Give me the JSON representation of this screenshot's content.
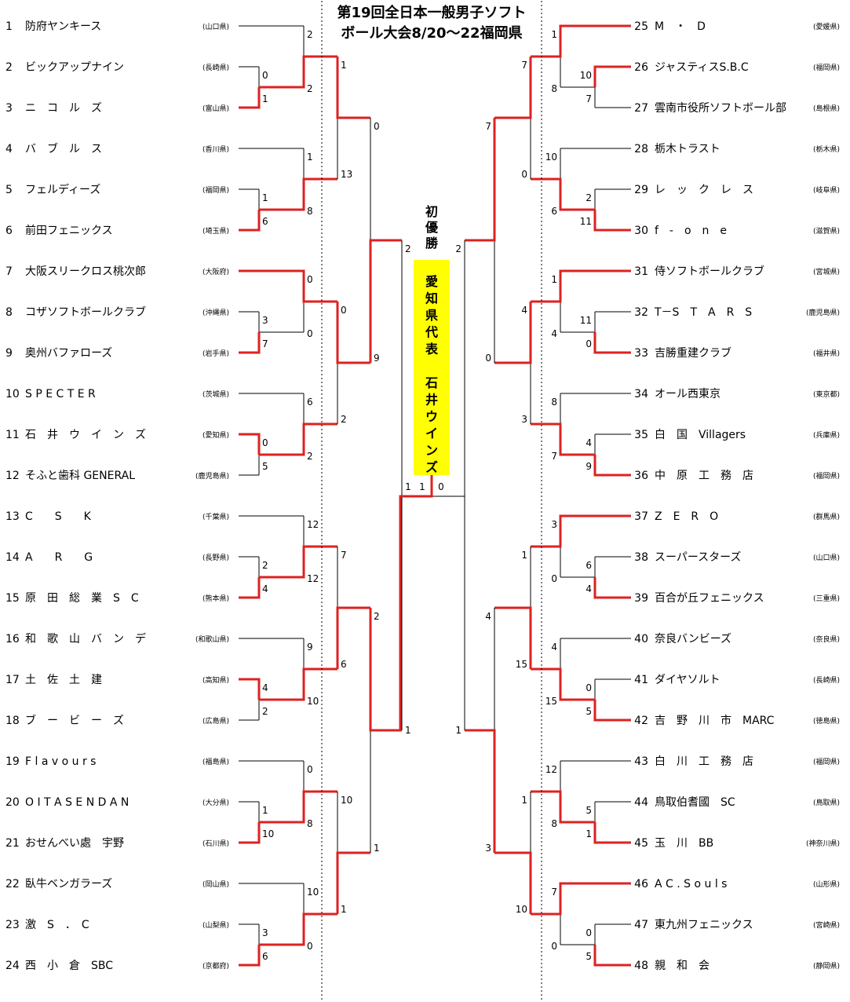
{
  "title": {
    "line1": "第19回全日本一般男子ソフト",
    "line2": "ボール大会8/20～22福岡県"
  },
  "champion": {
    "label": "初優勝",
    "text": "愛知県代表　石井ウインズ"
  },
  "teams": [
    {
      "no": "1",
      "name": "防府ヤンキース",
      "pref": "(山口県)"
    },
    {
      "no": "2",
      "name": "ビックアップナイン",
      "pref": "(長崎県)"
    },
    {
      "no": "3",
      "name": "ニ　コ　ル　ズ",
      "pref": "(富山県)"
    },
    {
      "no": "4",
      "name": "バ　ブ　ル　ス",
      "pref": "(香川県)"
    },
    {
      "no": "5",
      "name": "フェルディーズ",
      "pref": "(福岡県)"
    },
    {
      "no": "6",
      "name": "前田フェニックス",
      "pref": "(埼玉県)"
    },
    {
      "no": "7",
      "name": "大阪スリークロス桃次郎",
      "pref": "(大阪府)"
    },
    {
      "no": "8",
      "name": "コザソフトボールクラブ",
      "pref": "(沖縄県)"
    },
    {
      "no": "9",
      "name": "奥州バファローズ",
      "pref": "(岩手県)"
    },
    {
      "no": "10",
      "name": "S P E C T E R",
      "pref": "(茨城県)"
    },
    {
      "no": "11",
      "name": "石　井　ウ　イ　ン　ズ",
      "pref": "(愛知県)"
    },
    {
      "no": "12",
      "name": "そふと歯科 GENERAL",
      "pref": "(鹿児島県)"
    },
    {
      "no": "13",
      "name": "C　　S　　K",
      "pref": "(千葉県)"
    },
    {
      "no": "14",
      "name": "A　　R　　G",
      "pref": "(長野県)"
    },
    {
      "no": "15",
      "name": "原　田　総　業　S　C",
      "pref": "(熊本県)"
    },
    {
      "no": "16",
      "name": "和　歌　山　バ　ン　デ",
      "pref": "(和歌山県)"
    },
    {
      "no": "17",
      "name": "土　佐　土　建",
      "pref": "(高知県)"
    },
    {
      "no": "18",
      "name": "ブ　ー　ビ　ー　ズ",
      "pref": "(広島県)"
    },
    {
      "no": "19",
      "name": "F l a v o u r s",
      "pref": "(福島県)"
    },
    {
      "no": "20",
      "name": "O I T A S E N D A N",
      "pref": "(大分県)"
    },
    {
      "no": "21",
      "name": "おせんべい處　宇野",
      "pref": "(石川県)"
    },
    {
      "no": "22",
      "name": "臥牛ベンガラーズ",
      "pref": "(岡山県)"
    },
    {
      "no": "23",
      "name": "激　S　．　C",
      "pref": "(山梨県)"
    },
    {
      "no": "24",
      "name": "西　小　倉　SBC",
      "pref": "(京都府)"
    },
    {
      "no": "25",
      "name": "M　・　D",
      "pref": "(愛媛県)"
    },
    {
      "no": "26",
      "name": "ジャスティスS.B.C",
      "pref": "(福岡県)"
    },
    {
      "no": "27",
      "name": "雲南市役所ソフトボール部",
      "pref": "(島根県)"
    },
    {
      "no": "28",
      "name": "栃木トラスト",
      "pref": "(栃木県)"
    },
    {
      "no": "29",
      "name": "レ　ッ　ク　レ　ス",
      "pref": "(岐阜県)"
    },
    {
      "no": "30",
      "name": "f　-　o　n　e",
      "pref": "(滋賀県)"
    },
    {
      "no": "31",
      "name": "侍ソフトボールクラブ",
      "pref": "(宮城県)"
    },
    {
      "no": "32",
      "name": "T－S　T　A　R　S",
      "pref": "(鹿児島県)"
    },
    {
      "no": "33",
      "name": "吉勝重建クラブ",
      "pref": "(福井県)"
    },
    {
      "no": "34",
      "name": "オール西東京",
      "pref": "(東京都)"
    },
    {
      "no": "35",
      "name": "白　国　Villagers",
      "pref": "(兵庫県)"
    },
    {
      "no": "36",
      "name": "中　原　工　務　店",
      "pref": "(福岡県)"
    },
    {
      "no": "37",
      "name": "Z　E　R　O",
      "pref": "(群馬県)"
    },
    {
      "no": "38",
      "name": "スーパースターズ",
      "pref": "(山口県)"
    },
    {
      "no": "39",
      "name": "百合が丘フェニックス",
      "pref": "(三重県)"
    },
    {
      "no": "40",
      "name": "奈良バンビーズ",
      "pref": "(奈良県)"
    },
    {
      "no": "41",
      "name": "ダイヤソルト",
      "pref": "(長崎県)"
    },
    {
      "no": "42",
      "name": "吉　野　川　市　MARC",
      "pref": "(徳島県)"
    },
    {
      "no": "43",
      "name": "白　川　工　務　店",
      "pref": "(福岡県)"
    },
    {
      "no": "44",
      "name": "鳥取伯耆國　SC",
      "pref": "(鳥取県)"
    },
    {
      "no": "45",
      "name": "玉　川　BB",
      "pref": "(神奈川県)"
    },
    {
      "no": "46",
      "name": "A C . S o u l s",
      "pref": "(山形県)"
    },
    {
      "no": "47",
      "name": "東九州フェニックス",
      "pref": "(宮崎県)"
    },
    {
      "no": "48",
      "name": "親　和　会",
      "pref": "(静岡県)"
    }
  ],
  "left_scores": [
    [
      "0",
      "1",
      "2",
      "2"
    ],
    [
      "1",
      "6",
      "1",
      "8"
    ],
    [
      "3",
      "7",
      "0",
      "0"
    ],
    [
      "0",
      "5",
      "6",
      "2"
    ],
    [
      "2",
      "4",
      "12",
      "12"
    ],
    [
      "4",
      "2",
      "9",
      "10"
    ],
    [
      "1",
      "10",
      "0",
      "8"
    ],
    [
      "3",
      "6",
      "10",
      "0"
    ]
  ],
  "left_r3": [
    [
      "1",
      "13"
    ],
    [
      "0",
      "2"
    ],
    [
      "7",
      "6"
    ],
    [
      "10",
      "1"
    ]
  ],
  "left_r4": [
    [
      "0",
      "9"
    ],
    [
      "2",
      "1"
    ]
  ],
  "left_semi": [
    "2",
    "1"
  ],
  "right_scores": [
    [
      "10",
      "7",
      "1",
      "8"
    ],
    [
      "2",
      "11",
      "10",
      "6"
    ],
    [
      "11",
      "0",
      "1",
      "4"
    ],
    [
      "4",
      "9",
      "8",
      "7"
    ],
    [
      "6",
      "4",
      "3",
      "0"
    ],
    [
      "0",
      "5",
      "4",
      "15"
    ],
    [
      "5",
      "1",
      "12",
      "8"
    ],
    [
      "0",
      "5",
      "7",
      "0"
    ]
  ],
  "right_r3": [
    [
      "7",
      "0"
    ],
    [
      "4",
      "3"
    ],
    [
      "1",
      "15"
    ],
    [
      "1",
      "10"
    ]
  ],
  "right_r4": [
    [
      "7",
      "0"
    ],
    [
      "4",
      "3"
    ]
  ],
  "right_semi": [
    "2",
    "1"
  ],
  "final": [
    "1",
    "1",
    "0"
  ]
}
